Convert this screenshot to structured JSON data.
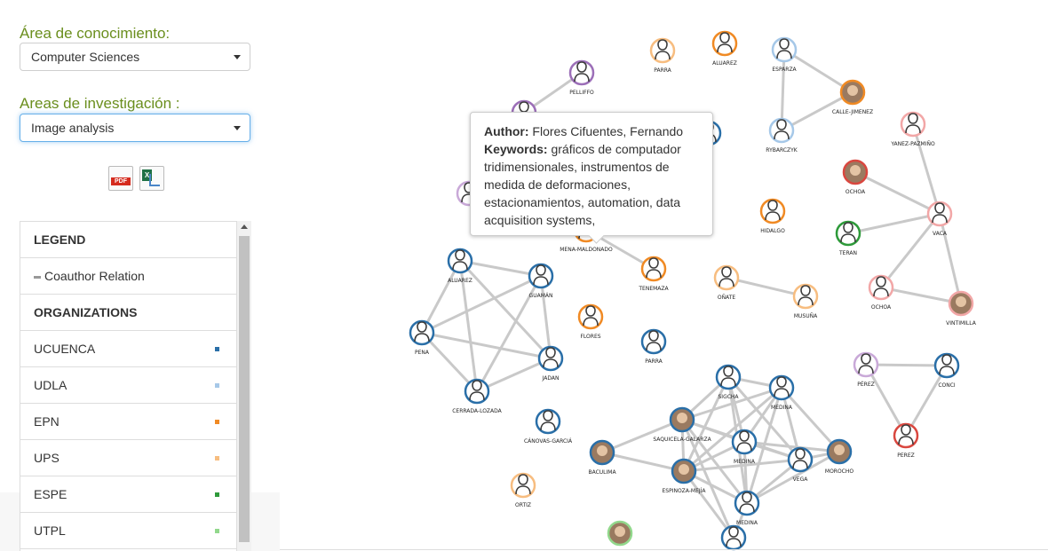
{
  "filters": {
    "knowledge_label": "Área de conocimiento:",
    "knowledge_value": "Computer Sciences",
    "research_label": "Areas de investigación :",
    "research_value": "Image analysis"
  },
  "exports": {
    "pdf_label": "PDF",
    "excel_label": "X"
  },
  "legend": {
    "title": "LEGEND",
    "relation_label": "Coauthor Relation",
    "orgs_title": "ORGANIZATIONS",
    "organizations": [
      {
        "name": "UCUENCA",
        "color": "#2a6fa8"
      },
      {
        "name": "UDLA",
        "color": "#a6c8e8"
      },
      {
        "name": "EPN",
        "color": "#f08a24"
      },
      {
        "name": "UPS",
        "color": "#f7bd80"
      },
      {
        "name": "ESPE",
        "color": "#2e9a3a"
      },
      {
        "name": "UTPL",
        "color": "#92d88c"
      }
    ]
  },
  "tooltip": {
    "author_key": "Author:",
    "author_value": " Flores Cifuentes, Fernando",
    "keywords_key": "Keywords:",
    "keywords_value": " gráficos de computador tridimensionales, instrumentos de medida de deformaciones, estacionamientos, automation, data acquisition systems,"
  },
  "graph": {
    "nodes": [
      {
        "id": "pelliffo",
        "label": "PELLIFFO",
        "color": "#9c6fb8"
      },
      {
        "id": "parra_top",
        "label": "PARRA",
        "color": "#f7bd80"
      },
      {
        "id": "aluarez_top",
        "label": "ALUAREZ",
        "color": "#f08a24"
      },
      {
        "id": "esparza",
        "label": "ESPARZA",
        "color": "#a6c8e8"
      },
      {
        "id": "calle",
        "label": "CALLE-JIMENEZ",
        "color": "#f08a24",
        "photo": true
      },
      {
        "id": "rybarczyk",
        "label": "RYBARCZYK",
        "color": "#a6c8e8"
      },
      {
        "id": "yanez",
        "label": "YANEZ-PAZMIÑO",
        "color": "#f2a7a7"
      },
      {
        "id": "ochoa_top",
        "label": "OCHOA",
        "color": "#d9473f",
        "photo": true
      },
      {
        "id": "hidalgo",
        "label": "HIDALGO",
        "color": "#f08a24"
      },
      {
        "id": "teran",
        "label": "TERAN",
        "color": "#2e9a3a"
      },
      {
        "id": "vaca",
        "label": "VACA",
        "color": "#f2a7a7"
      },
      {
        "id": "ochoa_low",
        "label": "OCHOA",
        "color": "#f2a7a7"
      },
      {
        "id": "vintimilla",
        "label": "VINTIMILLA",
        "color": "#f2a7a7",
        "photo": true
      },
      {
        "id": "mena",
        "label": "MENA-MALDONADO",
        "color": "#f08a24"
      },
      {
        "id": "tenemaza",
        "label": "TENEMAZA",
        "color": "#f08a24"
      },
      {
        "id": "onate",
        "label": "OÑATE",
        "color": "#f7bd80"
      },
      {
        "id": "musuna",
        "label": "MUSUÑA",
        "color": "#f7bd80"
      },
      {
        "id": "aluarez_mid",
        "label": "ALUAREZ",
        "color": "#2a6fa8"
      },
      {
        "id": "guaman",
        "label": "GUAMÁN",
        "color": "#2a6fa8"
      },
      {
        "id": "pena",
        "label": "PENA",
        "color": "#2a6fa8"
      },
      {
        "id": "jadan",
        "label": "JADAN",
        "color": "#2a6fa8"
      },
      {
        "id": "cerrada",
        "label": "CERRADA-LOZADA",
        "color": "#2a6fa8"
      },
      {
        "id": "flores",
        "label": "FLORES",
        "color": "#f08a24"
      },
      {
        "id": "parra_mid",
        "label": "PARRA",
        "color": "#2a6fa8"
      },
      {
        "id": "siguicha",
        "label": "SIGCHA",
        "color": "#2a6fa8"
      },
      {
        "id": "medina_a",
        "label": "MEDINA",
        "color": "#2a6fa8"
      },
      {
        "id": "canovas",
        "label": "CÁNOVAS-GARCIÁ",
        "color": "#2a6fa8"
      },
      {
        "id": "saquicela",
        "label": "SAQUICELA-GALARZA",
        "color": "#2a6fa8",
        "photo": true
      },
      {
        "id": "medina_b",
        "label": "MEDINA",
        "color": "#2a6fa8"
      },
      {
        "id": "baculima",
        "label": "BACULIMA",
        "color": "#2a6fa8",
        "photo": true
      },
      {
        "id": "vega",
        "label": "VEGA",
        "color": "#2a6fa8"
      },
      {
        "id": "morocho",
        "label": "MOROCHO",
        "color": "#2a6fa8",
        "photo": true
      },
      {
        "id": "espinoza",
        "label": "ESPINOZA-MEJÍA",
        "color": "#2a6fa8",
        "photo": true
      },
      {
        "id": "medina_c",
        "label": "MEDINA",
        "color": "#2a6fa8"
      },
      {
        "id": "ortiz",
        "label": "ORTIZ",
        "color": "#f7bd80"
      },
      {
        "id": "perez_a",
        "label": "PÉREZ",
        "color": "#c9a9d8"
      },
      {
        "id": "conci",
        "label": "CONCI",
        "color": "#2a6fa8"
      },
      {
        "id": "perez_b",
        "label": "PEREZ",
        "color": "#d9473f"
      },
      {
        "id": "utpl_photo",
        "label": "",
        "color": "#92d88c",
        "photo": true
      },
      {
        "id": "bottom_c",
        "label": "",
        "color": "#2a6fa8"
      },
      {
        "id": "left_a",
        "label": "",
        "color": "#9c6fb8"
      },
      {
        "id": "left_b",
        "label": "",
        "color": "#c9a9d8"
      },
      {
        "id": "mid_c",
        "label": "",
        "color": "#2a6fa8"
      }
    ],
    "edges": [
      [
        "esparza",
        "calle"
      ],
      [
        "calle",
        "rybarczyk"
      ],
      [
        "esparza",
        "rybarczyk"
      ],
      [
        "yanez",
        "vaca"
      ],
      [
        "ochoa_top",
        "vaca"
      ],
      [
        "teran",
        "vaca"
      ],
      [
        "vaca",
        "ochoa_low"
      ],
      [
        "vaca",
        "vintimilla"
      ],
      [
        "ochoa_low",
        "vintimilla"
      ],
      [
        "onate",
        "musuna"
      ],
      [
        "mena",
        "tenemaza"
      ],
      [
        "aluarez_mid",
        "guaman"
      ],
      [
        "aluarez_mid",
        "pena"
      ],
      [
        "aluarez_mid",
        "jadan"
      ],
      [
        "aluarez_mid",
        "cerrada"
      ],
      [
        "guaman",
        "pena"
      ],
      [
        "guaman",
        "jadan"
      ],
      [
        "guaman",
        "cerrada"
      ],
      [
        "pena",
        "jadan"
      ],
      [
        "pena",
        "cerrada"
      ],
      [
        "jadan",
        "cerrada"
      ],
      [
        "perez_a",
        "conci"
      ],
      [
        "perez_a",
        "perez_b"
      ],
      [
        "conci",
        "perez_b"
      ],
      [
        "siguicha",
        "medina_a"
      ],
      [
        "siguicha",
        "saquicela"
      ],
      [
        "siguicha",
        "medina_b"
      ],
      [
        "siguicha",
        "vega"
      ],
      [
        "siguicha",
        "espinoza"
      ],
      [
        "siguicha",
        "medina_c"
      ],
      [
        "medina_a",
        "saquicela"
      ],
      [
        "medina_a",
        "medina_b"
      ],
      [
        "medina_a",
        "vega"
      ],
      [
        "medina_a",
        "morocho"
      ],
      [
        "medina_a",
        "espinoza"
      ],
      [
        "medina_a",
        "medina_c"
      ],
      [
        "saquicela",
        "medina_b"
      ],
      [
        "saquicela",
        "baculima"
      ],
      [
        "saquicela",
        "espinoza"
      ],
      [
        "saquicela",
        "vega"
      ],
      [
        "saquicela",
        "medina_c"
      ],
      [
        "saquicela",
        "bottom_c"
      ],
      [
        "medina_b",
        "vega"
      ],
      [
        "medina_b",
        "espinoza"
      ],
      [
        "medina_b",
        "medina_c"
      ],
      [
        "medina_b",
        "morocho"
      ],
      [
        "vega",
        "morocho"
      ],
      [
        "vega",
        "espinoza"
      ],
      [
        "vega",
        "medina_c"
      ],
      [
        "espinoza",
        "medina_c"
      ],
      [
        "espinoza",
        "baculima"
      ],
      [
        "espinoza",
        "bottom_c"
      ],
      [
        "medina_c",
        "bottom_c"
      ],
      [
        "morocho",
        "medina_c"
      ],
      [
        "pelliffo",
        "left_a"
      ],
      [
        "mid_c",
        "mena"
      ]
    ]
  }
}
